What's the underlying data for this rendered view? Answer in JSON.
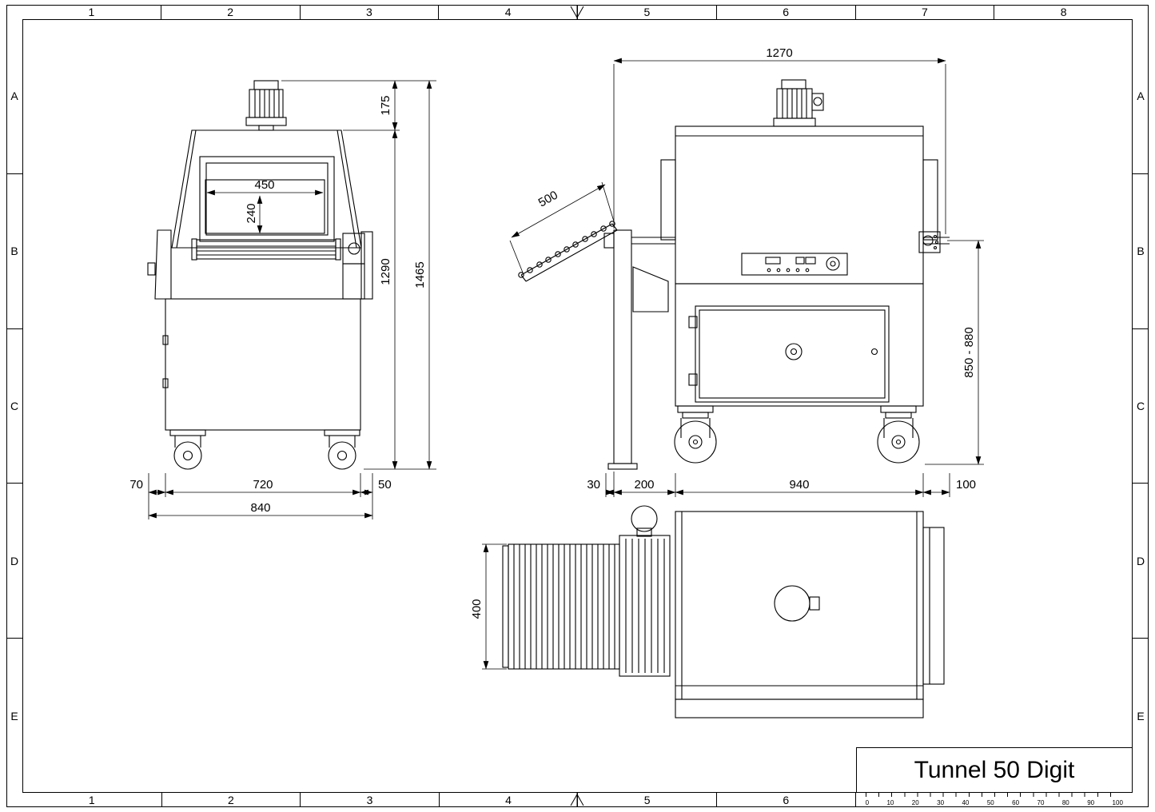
{
  "frame": {
    "columns": [
      "1",
      "2",
      "3",
      "4",
      "5",
      "6",
      "7",
      "8"
    ],
    "rows": [
      "A",
      "B",
      "C",
      "D",
      "E"
    ]
  },
  "title_block": {
    "title": "Tunnel 50 Digit"
  },
  "ruler": {
    "ticks": [
      "0",
      "10",
      "20",
      "30",
      "40",
      "50",
      "60",
      "70",
      "80",
      "90",
      "100"
    ]
  },
  "dimensions": {
    "front": {
      "motor_height": "175",
      "opening_width": "450",
      "opening_height": "240",
      "body_height": "1290",
      "total_height": "1465",
      "left_margin": "70",
      "body_width": "720",
      "right_margin": "50",
      "total_width": "840"
    },
    "side": {
      "total_length": "1270",
      "tray_length": "500",
      "work_height": "850 - 880",
      "hinge_offset": "30",
      "infeed_length": "200",
      "body_length": "940",
      "outfeed_length": "100"
    },
    "top": {
      "conveyor_width": "400"
    }
  }
}
